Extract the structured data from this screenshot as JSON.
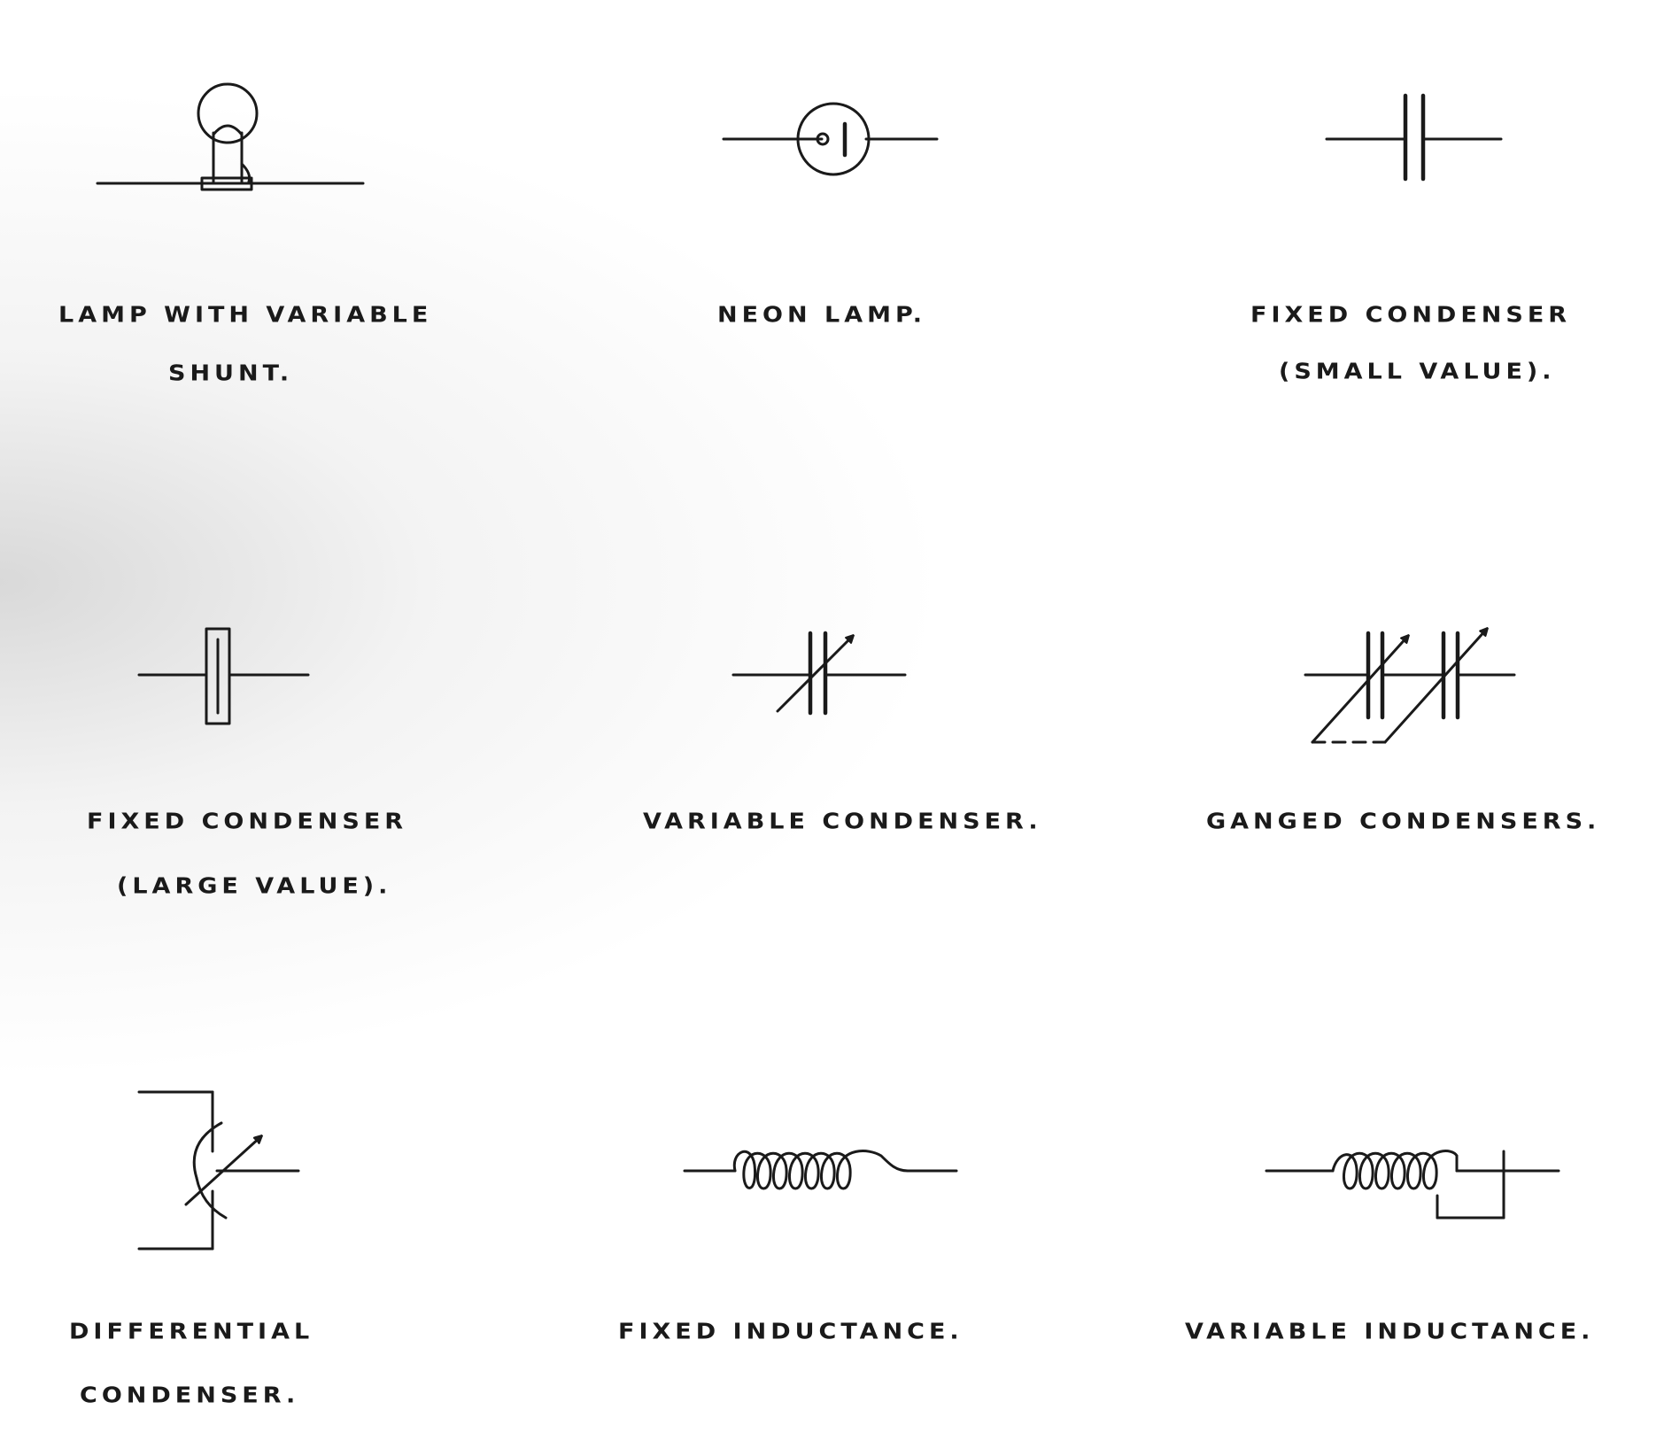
{
  "symbols": [
    {
      "id": "lamp-variable-shunt",
      "caption": [
        "LAMP  WITH  VARIABLE",
        "SHUNT."
      ]
    },
    {
      "id": "neon-lamp",
      "caption": [
        "NEON  LAMP."
      ]
    },
    {
      "id": "fixed-condenser-small",
      "caption": [
        "FIXED   CONDENSER",
        "(SMALL  VALUE)."
      ]
    },
    {
      "id": "fixed-condenser-large",
      "caption": [
        "FIXED   CONDENSER",
        "(LARGE  VALUE)."
      ]
    },
    {
      "id": "variable-condenser",
      "caption": [
        "VARIABLE   CONDENSER."
      ]
    },
    {
      "id": "ganged-condensers",
      "caption": [
        "GANGED   CONDENSERS."
      ]
    },
    {
      "id": "differential-condenser",
      "caption": [
        "DIFFERENTIAL",
        "CONDENSER."
      ]
    },
    {
      "id": "fixed-inductance",
      "caption": [
        "FIXED   INDUCTANCE."
      ]
    },
    {
      "id": "variable-inductance",
      "caption": [
        "VARIABLE   INDUCTANCE."
      ]
    }
  ],
  "colors": {
    "ink": "#1a1a1a",
    "paper": "#ffffff"
  }
}
